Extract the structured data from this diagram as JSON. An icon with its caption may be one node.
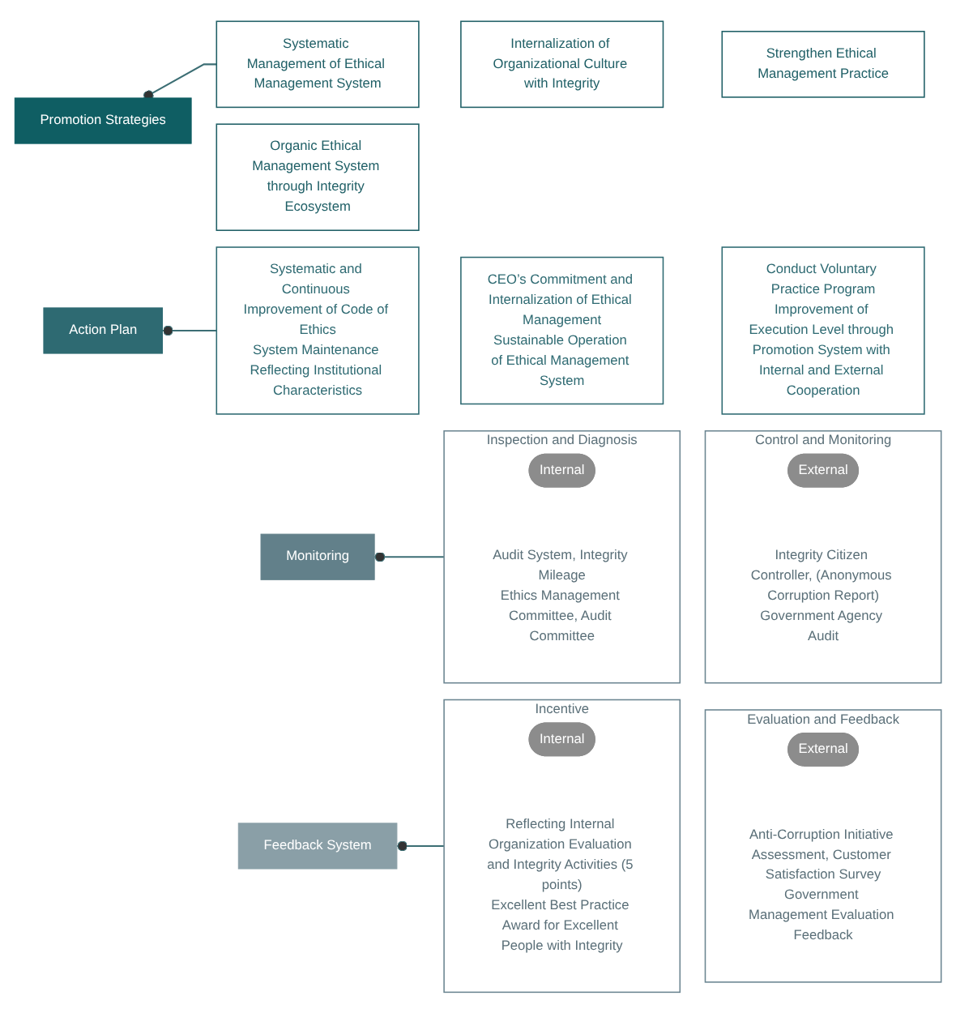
{
  "diagram": {
    "nodes": [
      {
        "text": [
          "Promotion Strategies"
        ]
      },
      {
        "text": [
          "Organic Ethical Management System through Integrity Ecosystem"
        ]
      },
      {
        "text": [
          "Systematic Management of Ethical Management System"
        ]
      },
      {
        "text": [
          "Internalization of Organizational Culture with Integrity"
        ]
      },
      {
        "text": [
          "Strengthen Ethical Management Practice"
        ]
      },
      {
        "text": [
          "Action Plan"
        ]
      },
      {
        "text": [
          "Systematic and Continuous Improvement of Code of Ethics",
          "System Maintenance Reflecting Institutional Characteristics"
        ]
      },
      {
        "text": [
          "CEO’s Commitment and Internalization of Ethical Management",
          "Sustainable Operation of Ethical Management System"
        ]
      },
      {
        "text": [
          "Conduct Voluntary Practice Program",
          "Improvement of Execution Level through Promotion System with Internal and External Cooperation"
        ]
      },
      {
        "text": [
          "Monitoring"
        ]
      },
      {
        "text": [
          "Inspection and Diagnosis",
          "Audit System, Integrity Mileage",
          "Ethics Management Committee, Audit Committee"
        ]
      },
      {
        "text": [
          "Internal"
        ],
        "in": 10
      },
      {
        "text": [
          "Control and Monitoring",
          "Integrity Citizen Controller, (Anonymous Corruption Report)",
          "Government Agency Audit"
        ]
      },
      {
        "text": [
          "External"
        ],
        "in": 12
      },
      {
        "text": [
          "Feedback System"
        ]
      },
      {
        "text": [
          "Incentive",
          "Reflecting Internal Organization Evaluation and Integrity Activities (5 points)",
          "Excellent Best Practice Award for Excellent People with Integrity"
        ]
      },
      {
        "text": [
          "Internal"
        ],
        "in": 15
      },
      {
        "text": [
          "Evaluation and Feedback",
          "Anti-Corruption Initiative Assessment, Customer Satisfaction Survey",
          "Government Management Evaluation Feedback"
        ]
      },
      {
        "text": [
          "External"
        ],
        "in": 17
      }
    ],
    "edges": [
      {
        "from": 2,
        "to": 0,
        "arrow": "other"
      },
      {
        "from": 6,
        "to": 5,
        "arrow": "other"
      },
      {
        "from": 10,
        "to": 9,
        "arrow": "other"
      },
      {
        "from": 15,
        "to": 14,
        "arrow": "other"
      }
    ]
  }
}
